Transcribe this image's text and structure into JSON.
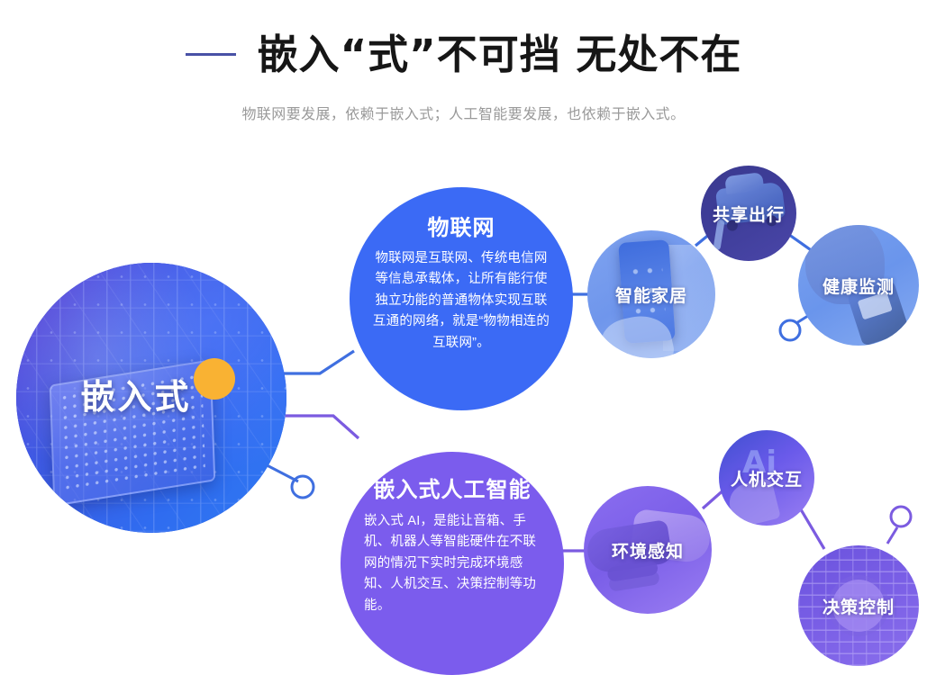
{
  "header": {
    "title": "嵌入“式”不可挡 无处不在",
    "subtitle": "物联网要发展，依赖于嵌入式；人工智能要发展，也依赖于嵌入式。"
  },
  "hub": {
    "label": "嵌入式",
    "accent_color": "#f9b233"
  },
  "branches": [
    {
      "id": "iot",
      "title": "物联网",
      "body": "物联网是互联网、传统电信网等信息承载体，让所有能行使独立功能的普通物体实现互联互通的网络，就是“物物相连的互联网”。",
      "color": "#3b6af5",
      "leaves": [
        {
          "id": "smart-home",
          "label": "智能家居",
          "color": "#6f96ec"
        },
        {
          "id": "shared-mobility",
          "label": "共享出行",
          "color": "#3e3d99"
        },
        {
          "id": "health-monitoring",
          "label": "健康监测",
          "color": "#6a95ec"
        }
      ]
    },
    {
      "id": "ai",
      "title": "嵌入式人工智能",
      "body": "嵌入式 AI，是能让音箱、手机、机器人等智能硬件在不联网的情况下实时完成环境感知、人机交互、决策控制等功能。",
      "color": "#7b5ced",
      "leaves": [
        {
          "id": "environment-sensing",
          "label": "环境感知",
          "color": "#7a5ee8"
        },
        {
          "id": "human-machine-interaction",
          "label": "人机交互",
          "color": "#6a5aea"
        },
        {
          "id": "decision-control",
          "label": "决策控制",
          "color": "#7a5fe6"
        }
      ]
    }
  ],
  "decor": {
    "title_dash_color": "#4851a6",
    "iot_line_color": "#3f6fe0",
    "ai_line_color": "#7b5be0",
    "hci_ai_watermark": "Ai"
  }
}
